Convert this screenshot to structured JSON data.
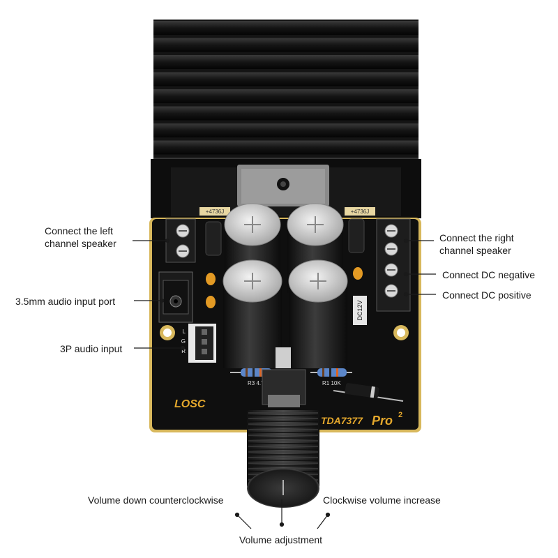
{
  "annotations": {
    "left_channel": [
      "Connect the left",
      "channel speaker"
    ],
    "right_channel": [
      "Connect the right",
      "channel speaker"
    ],
    "dc_negative": "Connect DC negative",
    "dc_positive": "Connect DC positive",
    "audio_port": "3.5mm audio input port",
    "audio_3p": "3P audio input",
    "volume_down": "Volume down counterclockwise",
    "volume_up": "Clockwise volume increase",
    "volume_adjust": "Volume adjustment"
  },
  "board": {
    "brand": "LOSC",
    "model": "TDA7377",
    "model_suffix": "Pro",
    "model_superscript": "2",
    "dc_label": "DC12V",
    "resistor_r3": "R3 4.7K",
    "resistor_r1": "R1 10K",
    "lgr": [
      "L",
      "G",
      "R"
    ],
    "heatsink_mark_left": "+4736J",
    "heatsink_mark_right": "+4736J"
  },
  "colors": {
    "pcb": "#111111",
    "pcb_edge": "#d8b85c",
    "heatsink": "#1b1b1b",
    "cap_top": "#cfcfcf",
    "knob": "#2a2a2a"
  }
}
